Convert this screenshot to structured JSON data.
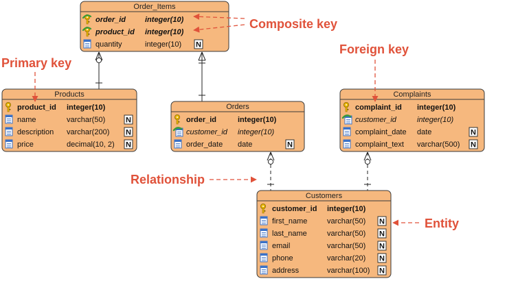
{
  "colors": {
    "entity_fill": "#f6b87e",
    "entity_stroke": "#3a3a3a",
    "annotation": "#e0523a",
    "key_icon": "#e8b400",
    "fk_icon": "#3a9a3a",
    "column_icon": "#3b72c8"
  },
  "entities": [
    {
      "id": "order_items",
      "title": "Order_Items",
      "columns": [
        {
          "name": "order_id",
          "type": "integer(10)",
          "kind": "pk-fk",
          "nullable": false
        },
        {
          "name": "product_id",
          "type": "integer(10)",
          "kind": "pk-fk",
          "nullable": false
        },
        {
          "name": "quantity",
          "type": "integer(10)",
          "kind": "col",
          "nullable": true
        }
      ]
    },
    {
      "id": "products",
      "title": "Products",
      "columns": [
        {
          "name": "product_id",
          "type": "integer(10)",
          "kind": "pk",
          "nullable": false
        },
        {
          "name": "name",
          "type": "varchar(50)",
          "kind": "col",
          "nullable": true
        },
        {
          "name": "description",
          "type": "varchar(200)",
          "kind": "col",
          "nullable": true
        },
        {
          "name": "price",
          "type": "decimal(10, 2)",
          "kind": "col",
          "nullable": true
        }
      ]
    },
    {
      "id": "orders",
      "title": "Orders",
      "columns": [
        {
          "name": "order_id",
          "type": "integer(10)",
          "kind": "pk",
          "nullable": false
        },
        {
          "name": "customer_id",
          "type": "integer(10)",
          "kind": "fk",
          "nullable": false
        },
        {
          "name": "order_date",
          "type": "date",
          "kind": "col",
          "nullable": true
        }
      ]
    },
    {
      "id": "complaints",
      "title": "Complaints",
      "columns": [
        {
          "name": "complaint_id",
          "type": "integer(10)",
          "kind": "pk",
          "nullable": false
        },
        {
          "name": "customer_id",
          "type": "integer(10)",
          "kind": "fk",
          "nullable": false
        },
        {
          "name": "complaint_date",
          "type": "date",
          "kind": "col",
          "nullable": true
        },
        {
          "name": "complaint_text",
          "type": "varchar(500)",
          "kind": "col",
          "nullable": true
        }
      ]
    },
    {
      "id": "customers",
      "title": "Customers",
      "columns": [
        {
          "name": "customer_id",
          "type": "integer(10)",
          "kind": "pk",
          "nullable": false
        },
        {
          "name": "first_name",
          "type": "varchar(50)",
          "kind": "col",
          "nullable": true
        },
        {
          "name": "last_name",
          "type": "varchar(50)",
          "kind": "col",
          "nullable": true
        },
        {
          "name": "email",
          "type": "varchar(50)",
          "kind": "col",
          "nullable": true
        },
        {
          "name": "phone",
          "type": "varchar(20)",
          "kind": "col",
          "nullable": true
        },
        {
          "name": "address",
          "type": "varchar(100)",
          "kind": "col",
          "nullable": true
        }
      ]
    }
  ],
  "relationships": [
    {
      "from": "products",
      "to": "order_items",
      "kind": "identifying"
    },
    {
      "from": "orders",
      "to": "order_items",
      "kind": "identifying"
    },
    {
      "from": "customers",
      "to": "orders",
      "kind": "non-identifying"
    },
    {
      "from": "customers",
      "to": "complaints",
      "kind": "non-identifying"
    }
  ],
  "annotations": {
    "composite_key": "Composite key",
    "primary_key": "Primary key",
    "foreign_key": "Foreign key",
    "relationship": "Relationship",
    "entity": "Entity"
  },
  "null_marker": "N"
}
